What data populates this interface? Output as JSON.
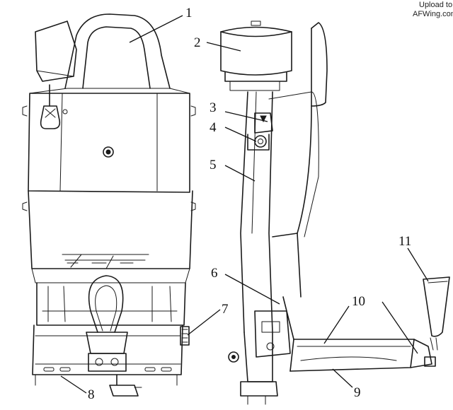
{
  "watermark": {
    "line1": "Upload to",
    "line2": "AFWing.com"
  },
  "callouts": [
    {
      "id": "1",
      "label": "1"
    },
    {
      "id": "2",
      "label": "2"
    },
    {
      "id": "3",
      "label": "3"
    },
    {
      "id": "4",
      "label": "4"
    },
    {
      "id": "5",
      "label": "5"
    },
    {
      "id": "6",
      "label": "6"
    },
    {
      "id": "7",
      "label": "7"
    },
    {
      "id": "8",
      "label": "8"
    },
    {
      "id": "9",
      "label": "9"
    },
    {
      "id": "10",
      "label": "10"
    },
    {
      "id": "11",
      "label": "11"
    }
  ]
}
